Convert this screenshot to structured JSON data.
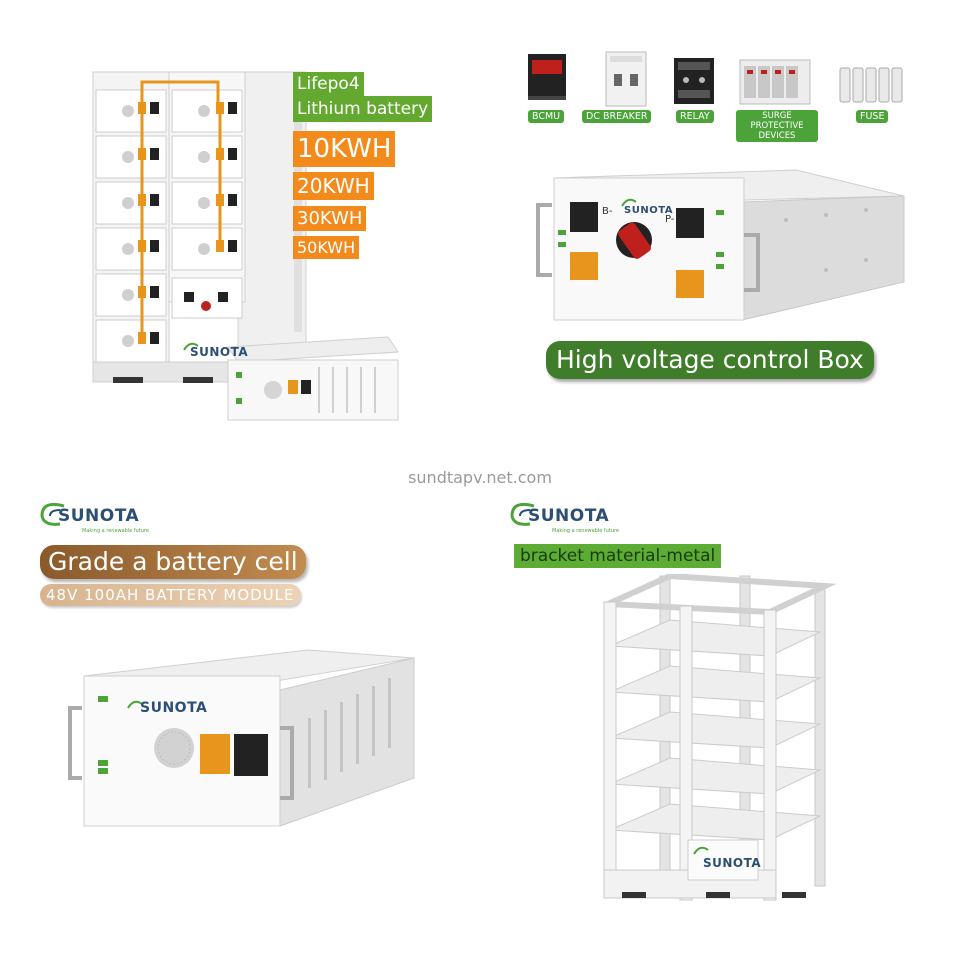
{
  "top_left": {
    "title_line1": "Lifepo4",
    "title_line2": "Lithium battery",
    "capacities": [
      "10KWH",
      "20KWH",
      "30KWH",
      "50KWH"
    ],
    "logo": "SUNOTA"
  },
  "top_right": {
    "components": [
      "BCMU",
      "DC BREAKER",
      "RELAY",
      "SURGE PROTECTIVE DEVICES",
      "FUSE"
    ],
    "product_title": "High voltage control Box",
    "logo": "SUNOTA"
  },
  "watermark": "sundtapv.net.com",
  "bottom_left": {
    "logo": "SUNOTA",
    "logo_tagline": "Making a renewable future",
    "title": "Grade a battery cell",
    "subtitle": "48V 100AH BATTERY MODULE"
  },
  "bottom_right": {
    "logo": "SUNOTA",
    "logo_tagline": "Making a renewable future",
    "title": "bracket material-metal"
  },
  "colors": {
    "green_label": "#63a92f",
    "orange_label": "#f28a1c",
    "dark_green_pill": "#3f7d2b",
    "logo_blue": "#2c4f75",
    "connector_orange": "#e8951e"
  }
}
